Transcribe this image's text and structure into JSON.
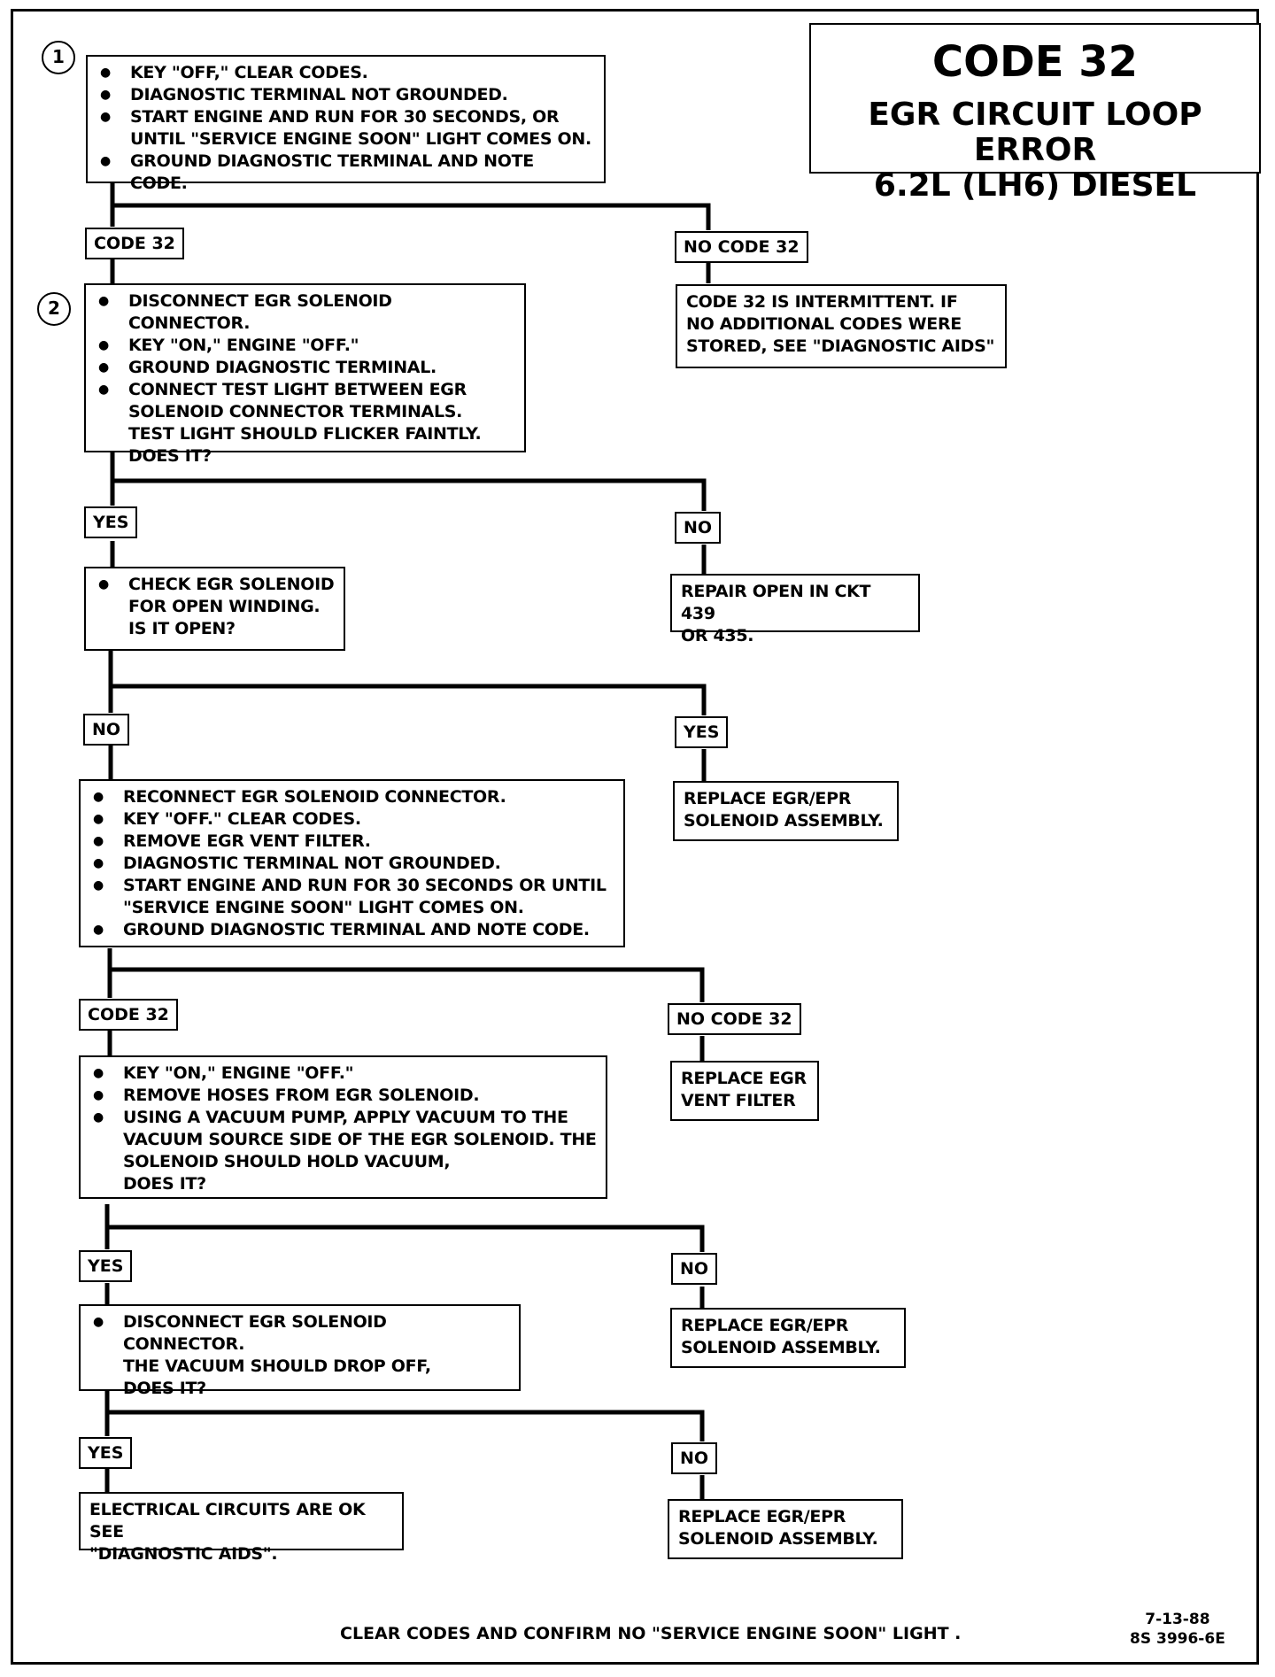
{
  "title": {
    "code": "CODE 32",
    "subtitle": "EGR CIRCUIT LOOP ERROR\n6.2L  (LH6)  DIESEL"
  },
  "step_numbers": [
    "1",
    "2"
  ],
  "boxes": {
    "start": {
      "items": [
        "KEY \"OFF,\" CLEAR CODES.",
        "DIAGNOSTIC TERMINAL NOT GROUNDED.",
        "START ENGINE AND RUN FOR 30 SECONDS, OR\nUNTIL \"SERVICE ENGINE SOON\" LIGHT COMES ON.",
        "GROUND DIAGNOSTIC TERMINAL AND NOTE CODE."
      ]
    },
    "step2": {
      "items": [
        "DISCONNECT EGR SOLENOID CONNECTOR.",
        "KEY \"ON,\" ENGINE \"OFF.\"",
        "GROUND DIAGNOSTIC TERMINAL.",
        "CONNECT TEST LIGHT BETWEEN EGR\nSOLENOID CONNECTOR TERMINALS.\nTEST LIGHT SHOULD FLICKER FAINTLY.\nDOES IT?"
      ]
    },
    "intermittent": "CODE 32 IS INTERMITTENT.  IF\nNO ADDITIONAL CODES WERE\nSTORED, SEE \"DIAGNOSTIC AIDS\"",
    "check_solenoid": {
      "items": [
        "CHECK EGR SOLENOID\nFOR OPEN WINDING.\nIS IT OPEN?"
      ]
    },
    "repair_open": "REPAIR OPEN IN CKT 439\nOR 435.",
    "reconnect": {
      "items": [
        "RECONNECT EGR SOLENOID CONNECTOR.",
        "KEY \"OFF.\"  CLEAR CODES.",
        "REMOVE EGR VENT FILTER.",
        "DIAGNOSTIC TERMINAL NOT GROUNDED.",
        "START ENGINE AND RUN FOR 30 SECONDS OR UNTIL\n\"SERVICE ENGINE SOON\" LIGHT COMES ON.",
        "GROUND DIAGNOSTIC TERMINAL AND NOTE CODE."
      ]
    },
    "replace_assembly_1": "REPLACE EGR/EPR\nSOLENOID ASSEMBLY.",
    "vacuum_test": {
      "items": [
        "KEY \"ON,\" ENGINE \"OFF.\"",
        "REMOVE HOSES FROM EGR SOLENOID.",
        "USING A VACUUM PUMP, APPLY VACUUM TO THE\nVACUUM SOURCE SIDE OF THE EGR SOLENOID.  THE\nSOLENOID SHOULD HOLD VACUUM,\nDOES IT?"
      ]
    },
    "replace_filter": "REPLACE EGR\nVENT FILTER",
    "disconnect_test": {
      "items": [
        "DISCONNECT EGR SOLENOID CONNECTOR.\nTHE VACUUM SHOULD DROP OFF,\nDOES IT?"
      ]
    },
    "replace_assembly_2": "REPLACE EGR/EPR\nSOLENOID ASSEMBLY.",
    "circuits_ok": "ELECTRICAL CIRCUITS ARE OK SEE\n\"DIAGNOSTIC AIDS\".",
    "replace_assembly_3": "REPLACE EGR/EPR\nSOLENOID ASSEMBLY."
  },
  "labels": {
    "code32_a": "CODE 32",
    "nocode32_a": "NO CODE 32",
    "yes_a": "YES",
    "no_a": "NO",
    "no_b": "NO",
    "yes_b": "YES",
    "code32_b": "CODE 32",
    "nocode32_b": "NO CODE 32",
    "yes_c": "YES",
    "no_c": "NO",
    "yes_d": "YES",
    "no_d": "NO"
  },
  "footer": "CLEAR CODES AND CONFIRM NO \"SERVICE ENGINE SOON\" LIGHT .",
  "doc_ref": "7-13-88\n8S 3996-6E"
}
